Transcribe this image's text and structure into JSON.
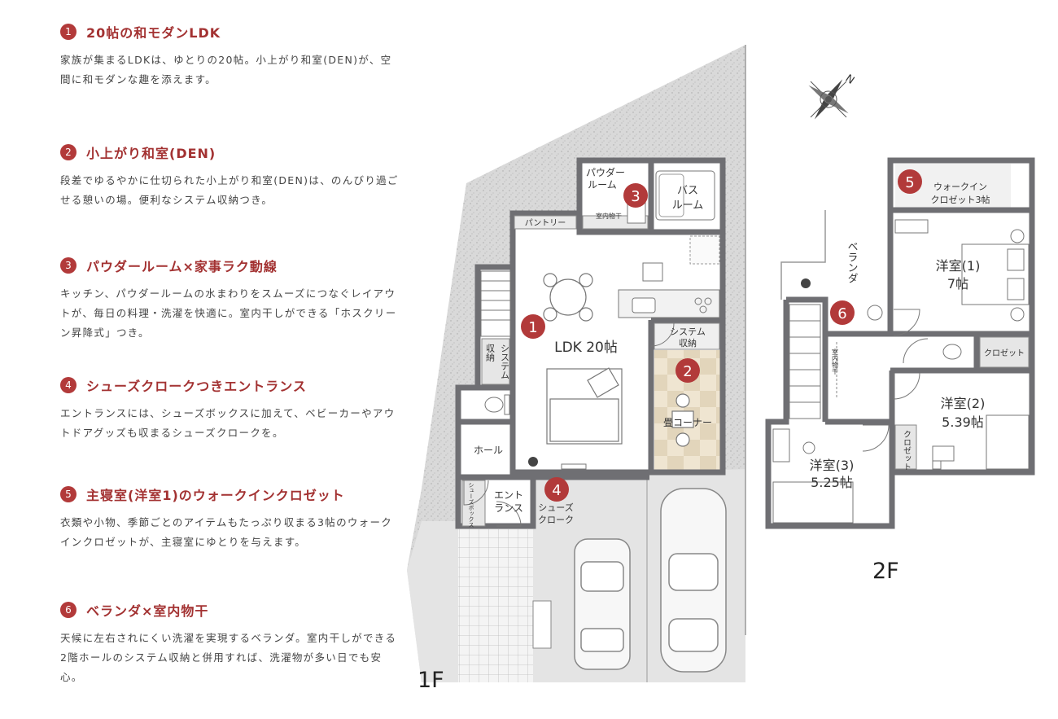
{
  "features": [
    {
      "num": "1",
      "title": "20帖の和モダンLDK",
      "text": "家族が集まるLDKは、ゆとりの20帖。小上がり和室(DEN)が、空間に和モダンな趣を添えます。"
    },
    {
      "num": "2",
      "title": "小上がり和室(DEN)",
      "text": "段差でゆるやかに仕切られた小上がり和室(DEN)は、のんびり過ごせる憩いの場。便利なシステム収納つき。"
    },
    {
      "num": "3",
      "title": "パウダールーム×家事ラク動線",
      "text": "キッチン、パウダールームの水まわりをスムーズにつなぐレイアウトが、毎日の料理・洗濯を快適に。室内干しができる「ホスクリーン昇降式」つき。"
    },
    {
      "num": "4",
      "title": "シューズクロークつきエントランス",
      "text": "エントランスには、シューズボックスに加えて、ベビーカーやアウトドアグッズも収まるシューズクロークを。"
    },
    {
      "num": "5",
      "title": "主寝室(洋室1)のウォークインクロゼット",
      "text": "衣類や小物、季節ごとのアイテムもたっぷり収まる3帖のウォークインクロゼットが、主寝室にゆとりを与えます。"
    },
    {
      "num": "6",
      "title": "ベランダ×室内物干",
      "text": "天候に左右されにくい洗濯を実現するベランダ。室内干しができる2階ホールのシステム収納と併用すれば、洗濯物が多い日でも安心。"
    }
  ],
  "plan1f": {
    "floor": "1F",
    "ldk": "LDK 20帖",
    "powder": [
      "パウダー",
      "ルーム"
    ],
    "bath": [
      "バス",
      "ルーム"
    ],
    "pantry": "パントリー",
    "indoor_dry": "室内物干",
    "system": [
      "システム",
      "収納"
    ],
    "tatami": "畳コーナー",
    "system_v": "システム",
    "storage_v": "収納",
    "hall": "ホール",
    "entrance": [
      "エント",
      "ランス"
    ],
    "shoe_box": "シューズボックス",
    "shoe_cloak": [
      "シューズ",
      "クローク"
    ]
  },
  "plan2f": {
    "floor": "2F",
    "walkin": [
      "ウォークイン",
      "クロゼット3帖"
    ],
    "veranda": "ベランダ",
    "room1": [
      "洋室(1)",
      "7帖"
    ],
    "indoor_dry": "室内物干",
    "closet": "クロゼット",
    "room2": [
      "洋室(2)",
      "5.39帖"
    ],
    "room3": [
      "洋室(3)",
      "5.25帖"
    ],
    "closet_v": "クロゼット"
  },
  "markers": [
    "1",
    "2",
    "3",
    "4",
    "5",
    "6"
  ],
  "compass": "N",
  "colors": {
    "accent": "#b23a3a",
    "wall": "#6f6f73",
    "lot": "#d6d6d6",
    "tatami": "#e9dfcb"
  }
}
